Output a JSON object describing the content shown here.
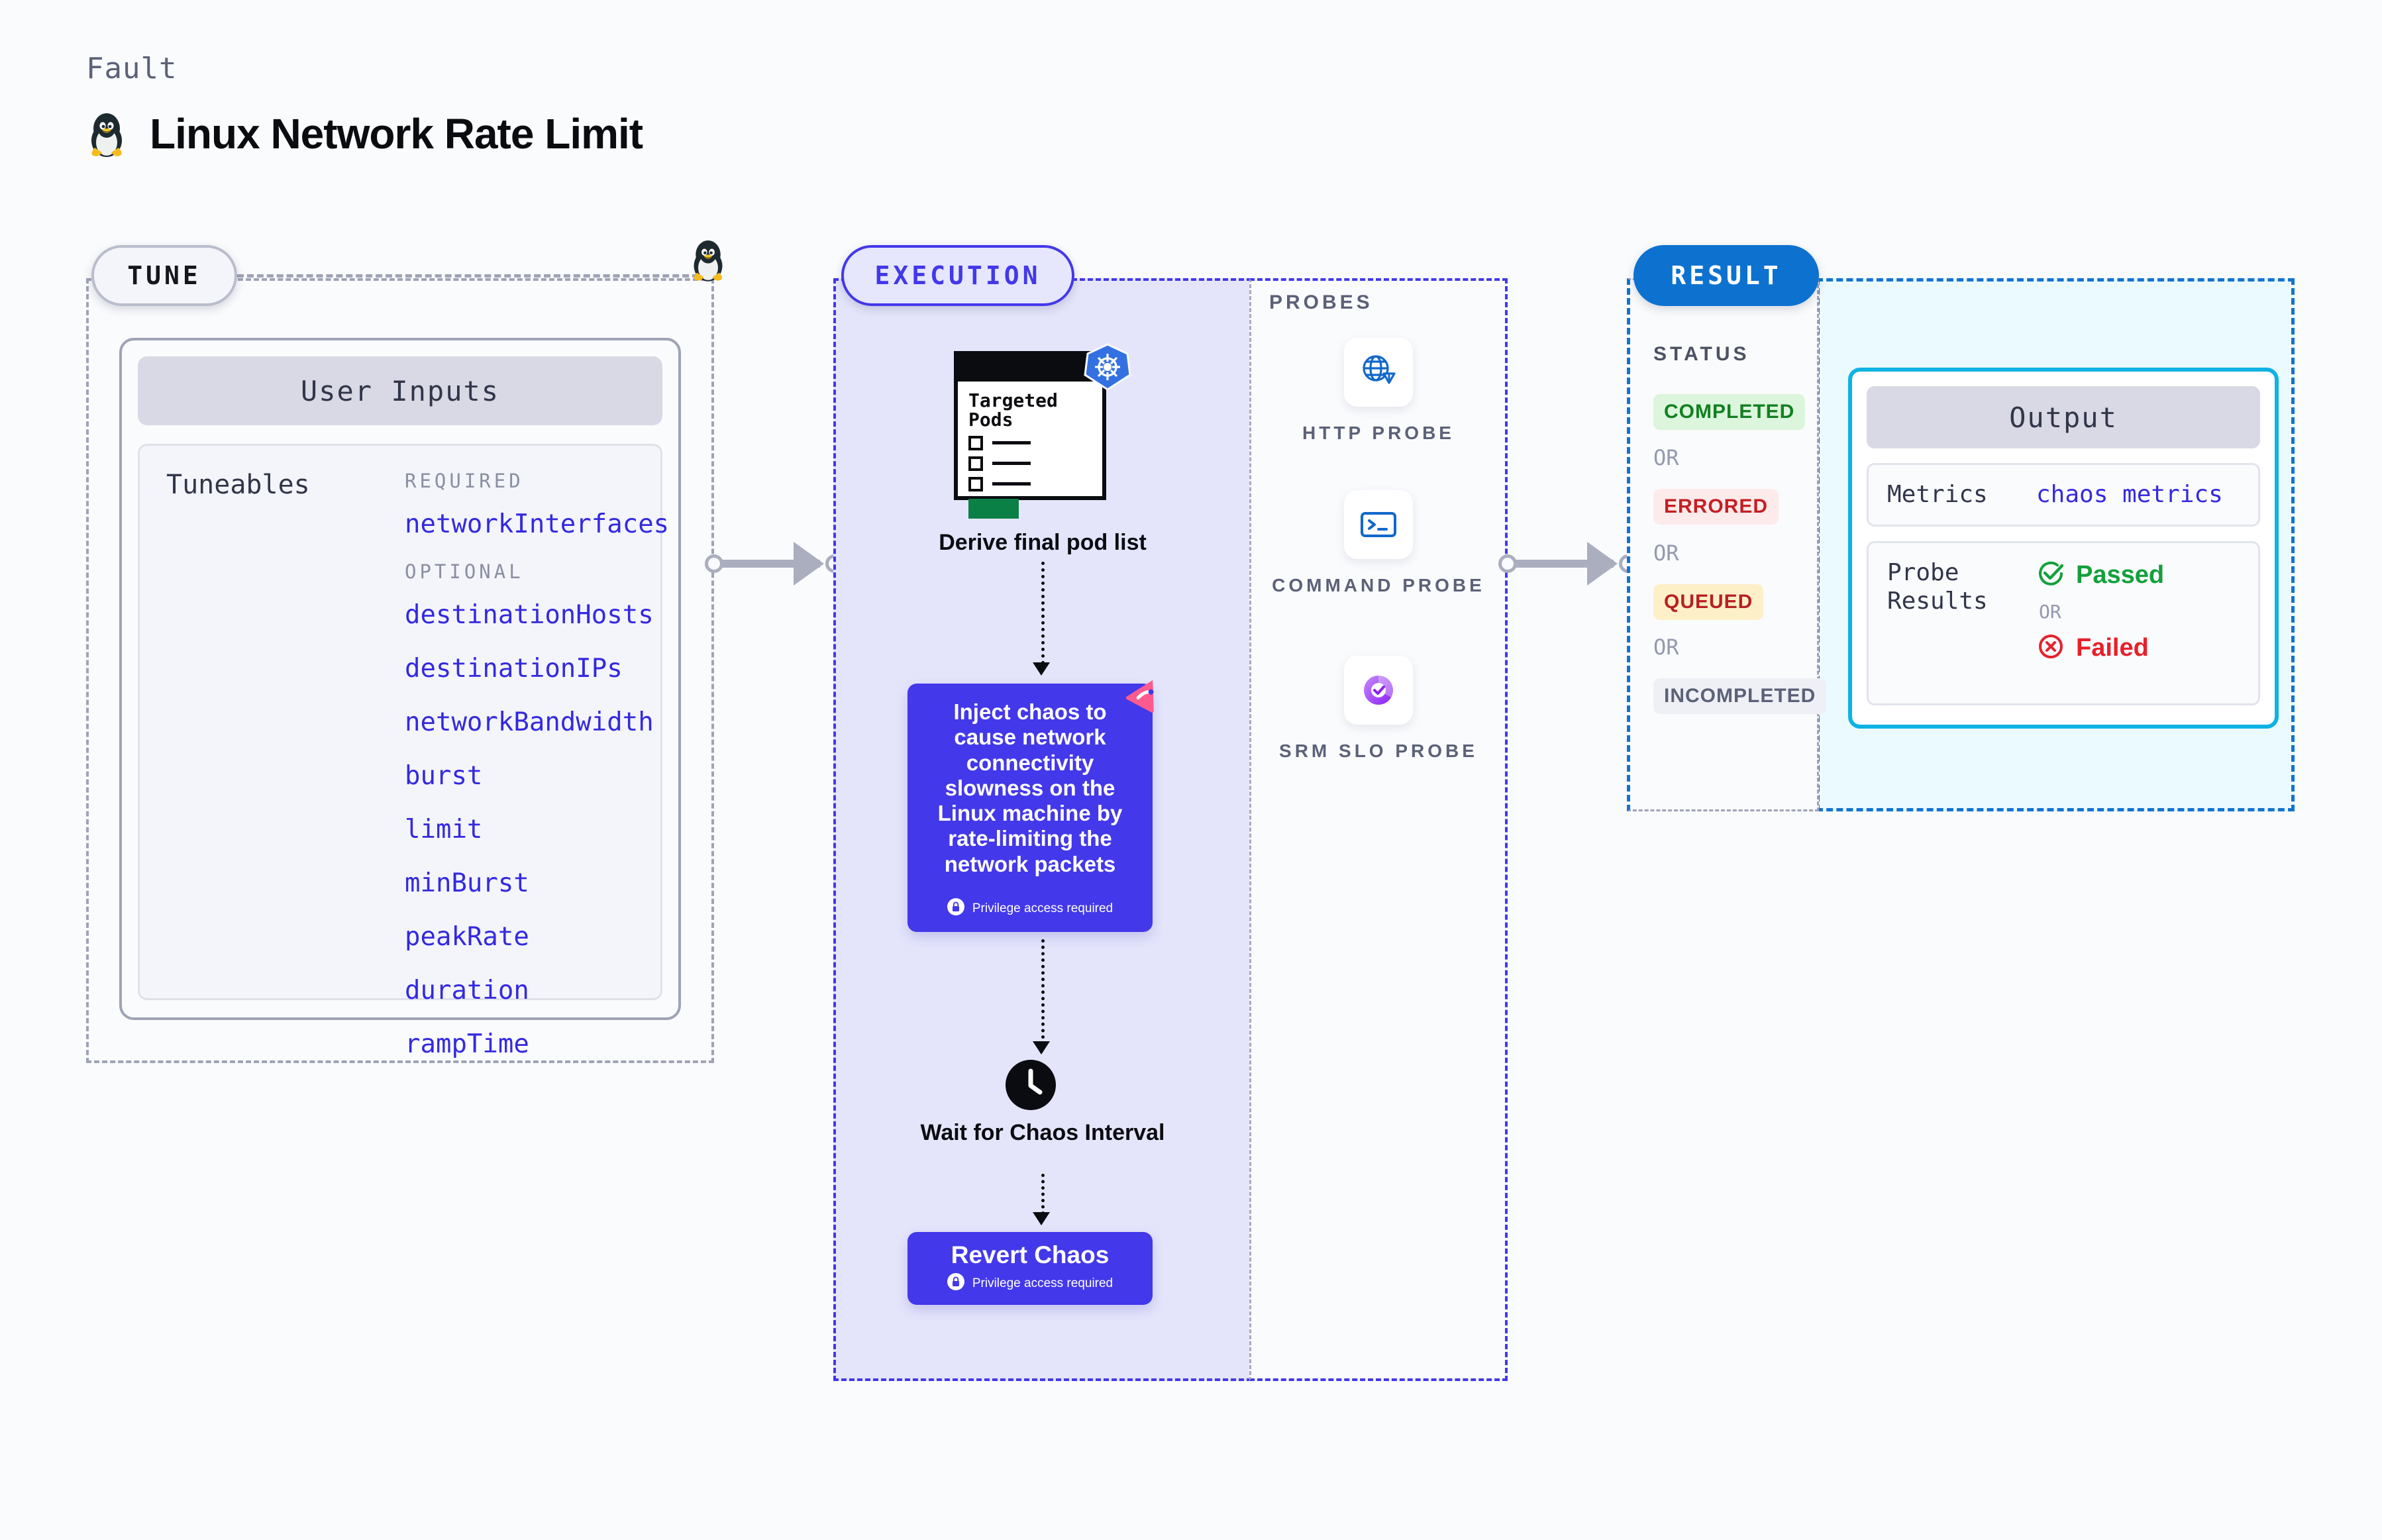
{
  "header": {
    "eyebrow": "Fault",
    "title": "Linux Network Rate Limit",
    "icon": "tux-penguin-icon"
  },
  "tune": {
    "pill_label": "TUNE",
    "border_icon": "tux-penguin-icon",
    "card": {
      "header": "User Inputs",
      "section_label": "Tuneables",
      "groups": [
        {
          "label": "REQUIRED",
          "items": [
            "networkInterfaces"
          ]
        },
        {
          "label": "OPTIONAL",
          "items": [
            "destinationHosts",
            "destinationIPs",
            "networkBandwidth",
            "burst",
            "limit",
            "minBurst",
            "peakRate",
            "duration",
            "rampTime"
          ]
        }
      ]
    }
  },
  "execution": {
    "pill_label": "EXECUTION",
    "pods_card": {
      "title": "Targeted Pods",
      "badge_icon": "kubernetes-helm-icon",
      "rows": 3
    },
    "pods_caption": "Derive final pod list",
    "chaos_card": {
      "text": "Inject chaos to cause network connectivity slowness on the Linux machine by rate-limiting the network packets",
      "privilege_note": "Privilege access required",
      "privilege_icon": "lock-icon",
      "badge_icon": "litmuschaos-icon"
    },
    "wait_step": {
      "icon": "clock-icon",
      "caption": "Wait for Chaos Interval"
    },
    "revert_card": {
      "title": "Revert Chaos",
      "privilege_note": "Privilege access required",
      "privilege_icon": "lock-icon"
    }
  },
  "probes": {
    "title": "PROBES",
    "items": [
      {
        "label": "HTTP PROBE",
        "icon": "globe-warning-icon"
      },
      {
        "label": "COMMAND PROBE",
        "icon": "terminal-icon"
      },
      {
        "label": "SRM SLO PROBE",
        "icon": "slo-gauge-check-icon"
      }
    ]
  },
  "result": {
    "pill_label": "RESULT",
    "status_title": "STATUS",
    "or_label": "OR",
    "statuses": [
      {
        "label": "COMPLETED",
        "bg": "#dcf5dd",
        "fg": "#128021"
      },
      {
        "label": "ERRORED",
        "bg": "#fdebeb",
        "fg": "#c41f24"
      },
      {
        "label": "QUEUED",
        "bg": "#fdf0c8",
        "fg": "#b81f24"
      },
      {
        "label": "INCOMPLETED",
        "bg": "#eef0f5",
        "fg": "#5b6178"
      }
    ],
    "output": {
      "header": "Output",
      "metrics_key": "Metrics",
      "metrics_value": "chaos metrics",
      "probe_results_key": "Probe Results",
      "passed_label": "Passed",
      "passed_icon": "check-circle-icon",
      "or_label": "OR",
      "failed_label": "Failed",
      "failed_icon": "x-circle-icon"
    }
  },
  "colors": {
    "accent_purple": "#4338ea",
    "accent_blue": "#0d72cf",
    "accent_cyan": "#0fb2e3",
    "link_blue": "#3429e0",
    "page_bg": "#fafbfd"
  }
}
